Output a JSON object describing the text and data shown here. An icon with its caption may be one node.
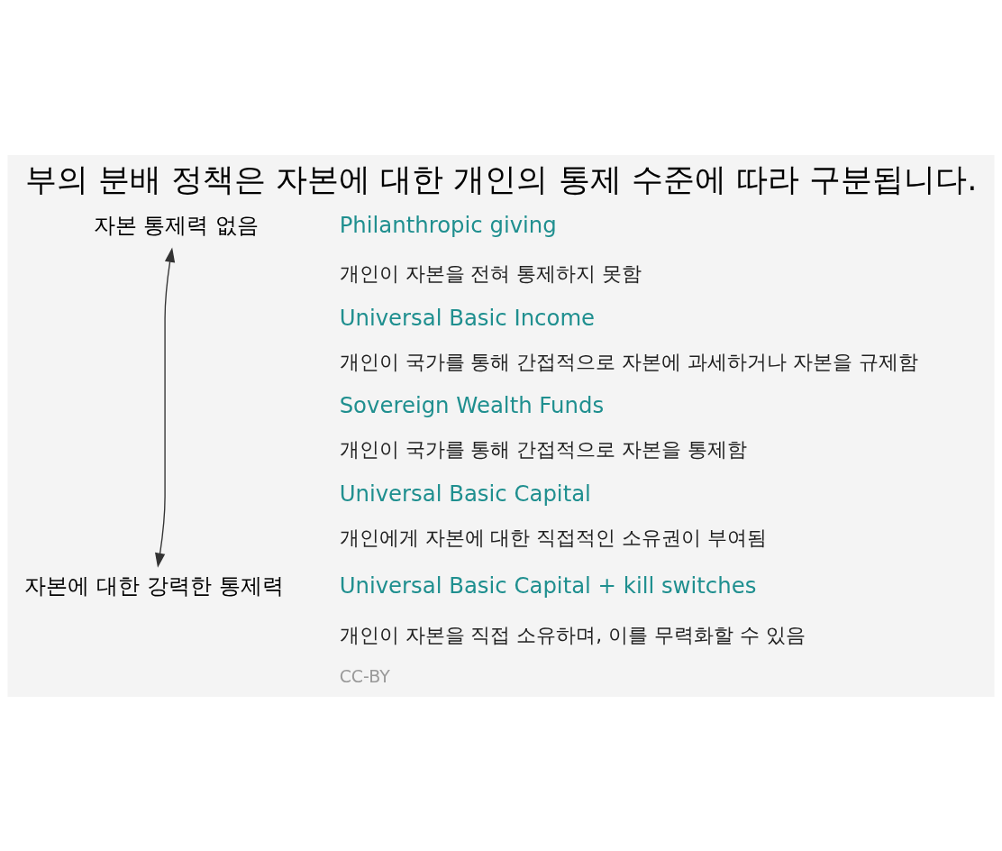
{
  "diagram": {
    "title": "부의 분배 정책은 자본에 대한 개인의 통제 수준에 따라 구분됩니다.",
    "nodes": [
      {
        "text": [
          "자본 통제력 없음"
        ]
      },
      {
        "text": [
          "자본에 대한 강력한 통제력"
        ]
      }
    ],
    "edges": [
      {
        "from": 0,
        "to": 1,
        "arrow": "both"
      }
    ],
    "labels": [
      "Philanthropic giving",
      "개인이 자본을 전혀 통제하지 못함",
      "Universal Basic Income",
      "개인이 국가를 통해 간접적으로 자본에 과세하거나 자본을 규제함",
      "Sovereign Wealth Funds",
      "개인이 국가를 통해 간접적으로 자본을 통제함",
      "Universal Basic Capital",
      "개인에게 자본에 대한 직접적인 소유권이 부여됨",
      "Universal Basic Capital + kill switches",
      "개인이 자본을 직접 소유하며, 이를 무력화할 수 있음",
      "CC-BY"
    ]
  }
}
